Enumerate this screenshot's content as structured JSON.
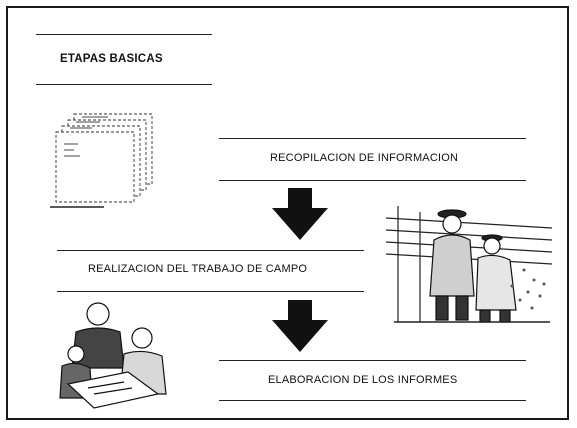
{
  "title": "ETAPAS BASICAS",
  "steps": [
    {
      "label": "RECOPILACION DE INFORMACION"
    },
    {
      "label": "REALIZACION DEL TRABAJO DE CAMPO"
    },
    {
      "label": "ELABORACION DE LOS INFORMES"
    }
  ],
  "icons": {
    "documents": "stacked-documents-clipart",
    "field": "field-workers-clipart",
    "report": "meeting-people-clipart",
    "arrow": "down-arrow"
  }
}
